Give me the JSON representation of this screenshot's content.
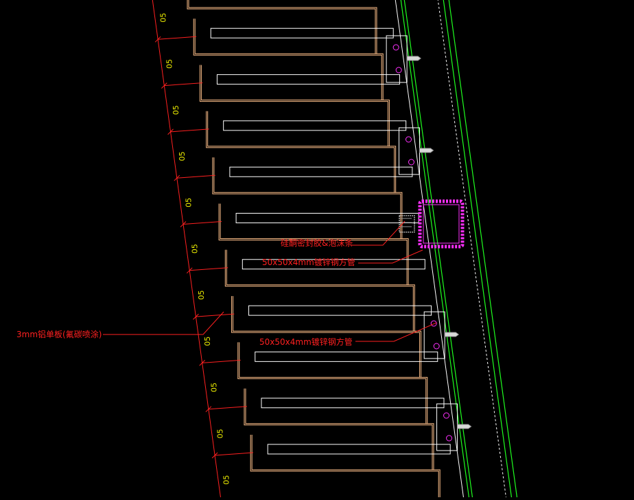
{
  "colors": {
    "background": "#000000",
    "dimension_line": "#ff2020",
    "dimension_text": "#f0f000",
    "panel_fold": "#ffc08a",
    "panel_inner": "#ffffff",
    "structure_line": "#ffffff",
    "mullion_green": "#1fff1f",
    "bracket_magenta": "#ff30ff",
    "anchor_gray": "#d8d8d8",
    "leader": "#ff2020"
  },
  "dimensions": {
    "module_label": "05",
    "count": 11
  },
  "annotations": {
    "sealant": "硅酮密封胶&泡沫条",
    "steel_tube_upper": "50x50x4mm镀锌钢方管",
    "aluminum_panel": "3mm铝单板(氟碳喷涂)",
    "steel_tube_lower": "50x50x4mm镀锌钢方管"
  }
}
